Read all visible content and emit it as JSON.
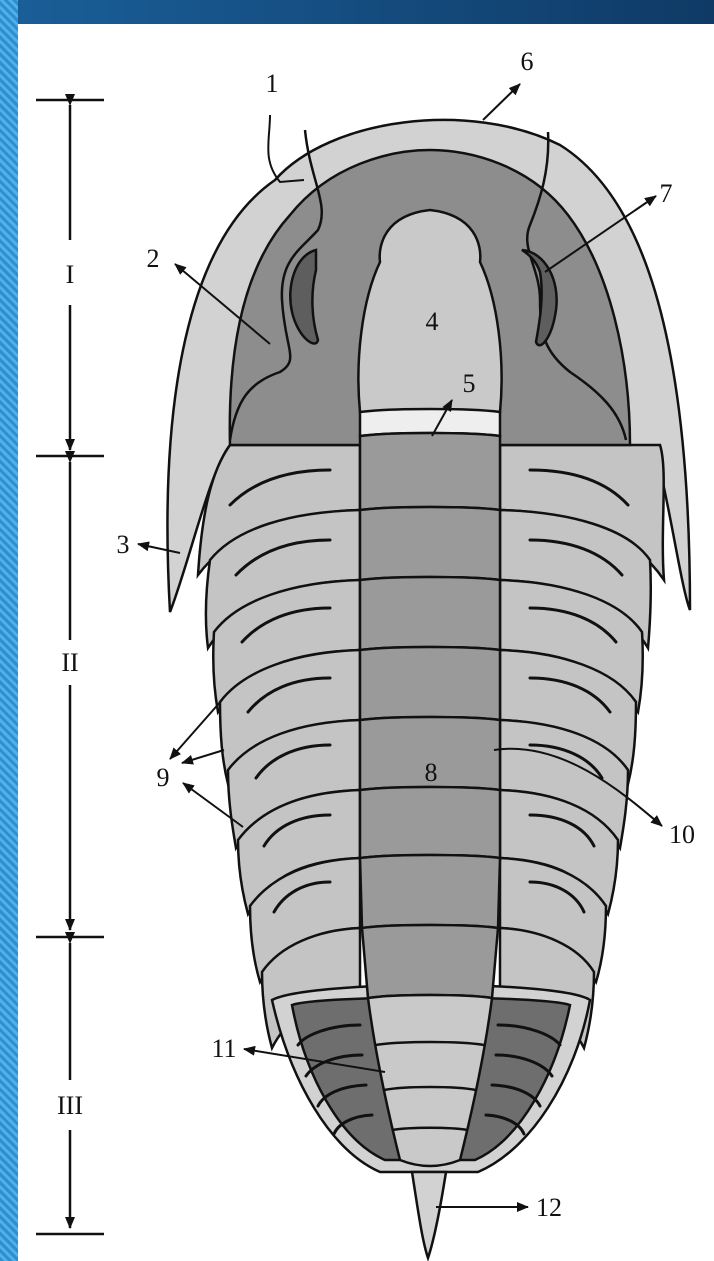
{
  "diagram": {
    "labels": {
      "n1": "1",
      "n2": "2",
      "n3": "3",
      "n4": "4",
      "n5": "5",
      "n6": "6",
      "n7": "7",
      "n8": "8",
      "n9": "9",
      "n10": "10",
      "n11": "11",
      "n12": "12"
    },
    "sections": {
      "s1": "I",
      "s2": "II",
      "s3": "III"
    }
  },
  "colors": {
    "border": "#d2d2d2",
    "cheek": "#8d8d8d",
    "eye": "#5e5e5e",
    "glabella": "#c9c9c9",
    "occipital": "#eeeeee",
    "axis": "#9a9a9a",
    "pleura": "#c4c4c4",
    "pygidium": "#6e6e6e",
    "ink": "#111111"
  }
}
